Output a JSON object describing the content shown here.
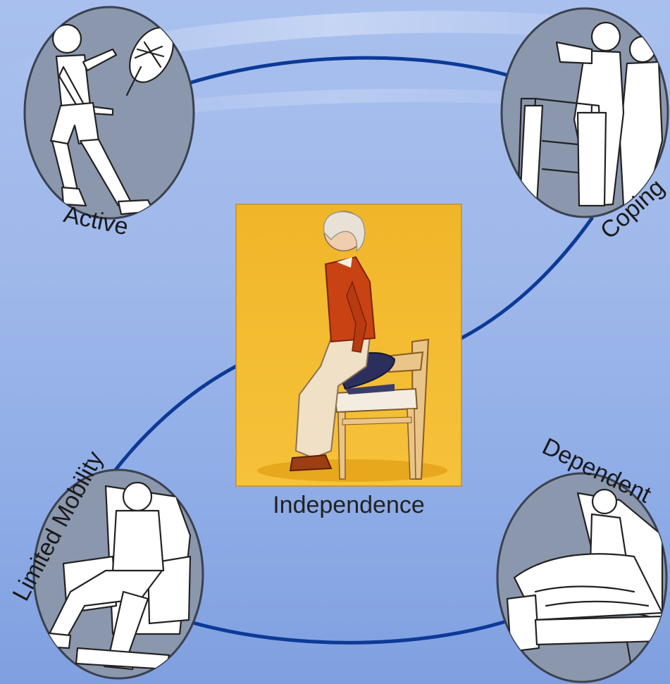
{
  "diagram": {
    "center": {
      "label": "Independence"
    },
    "stages": [
      {
        "id": "active",
        "label": "Active"
      },
      {
        "id": "coping",
        "label": "Coping"
      },
      {
        "id": "dependent",
        "label": "Dependent"
      },
      {
        "id": "limited-mobility",
        "label": "Limited Mobility"
      }
    ],
    "colors": {
      "loop": "#0c3a96",
      "medallion": "#8b97ad",
      "center_panel": "#f2b82c",
      "background": "#9fb8ea"
    }
  }
}
